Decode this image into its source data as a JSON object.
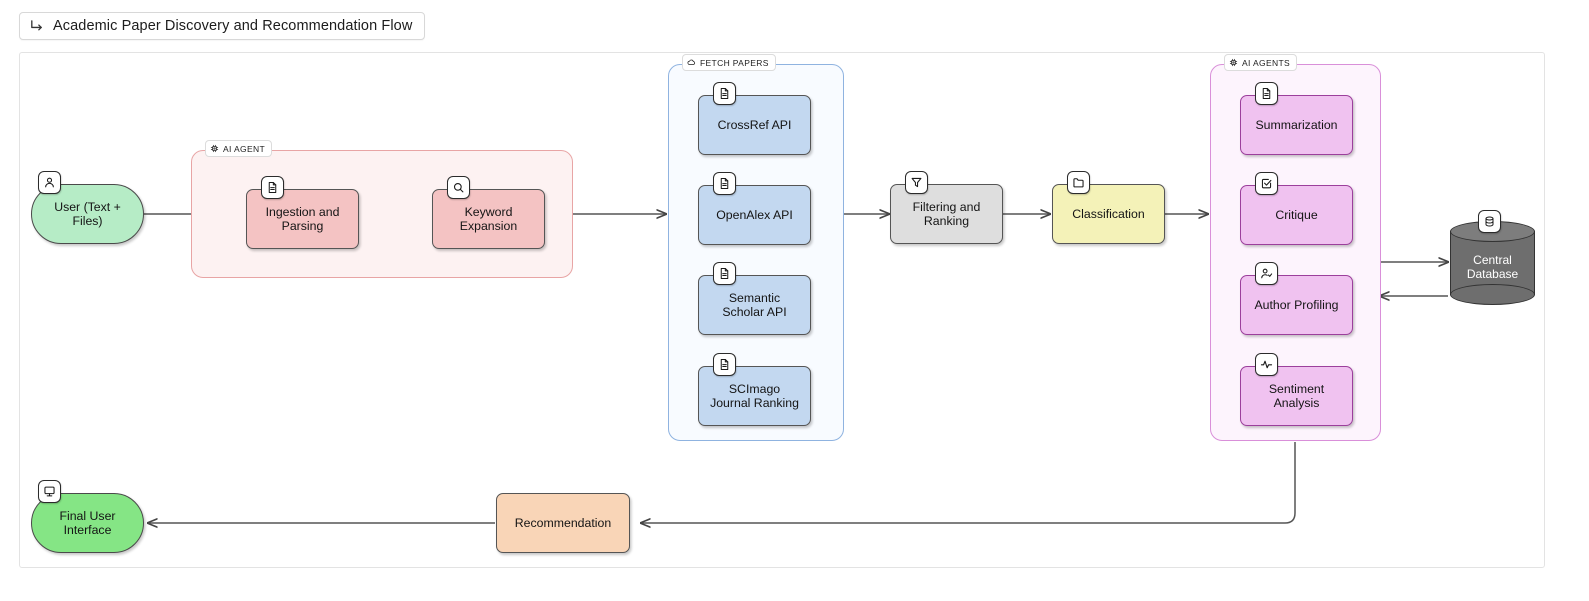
{
  "title_bar": {
    "icon": "flow-diagram-icon",
    "text": "Academic Paper Discovery and Recommendation Flow"
  },
  "colors": {
    "canvas_background": "#ffffff",
    "canvas_border": "#e3e3e3",
    "group_pink_fill": "#fdf2f2",
    "group_pink_border": "#e8a5a5",
    "group_blue_fill": "#f8fbff",
    "group_blue_border": "#8fb3e0",
    "group_purple_fill": "#fdf4fd",
    "group_purple_border": "#d98fd9",
    "node_pink": "#f4c3c3",
    "node_blue": "#c3d8f0",
    "node_purple": "#f0c2f0",
    "node_gray": "#dedede",
    "node_yellow": "#f4f2b8",
    "node_peach": "#f9d5b7",
    "node_green_light": "#b6ecc6",
    "node_green_solid": "#85e585",
    "database_fill": "#6e6e6e",
    "edge_stroke": "#555555"
  },
  "groups": [
    {
      "id": "ai-agent",
      "label": "AI AGENT",
      "icon": "chip-icon",
      "color": "pink"
    },
    {
      "id": "fetch-papers",
      "label": "FETCH PAPERS",
      "icon": "cloud-icon",
      "color": "blue"
    },
    {
      "id": "ai-agents",
      "label": "AI AGENTS",
      "icon": "chip-icon",
      "color": "purple"
    }
  ],
  "nodes": {
    "user": {
      "label": "User (Text +\nFiles)",
      "icon": "user-icon",
      "shape": "terminal"
    },
    "ingestion": {
      "label": "Ingestion and\nParsing",
      "icon": "document-icon",
      "shape": "rect"
    },
    "keyword": {
      "label": "Keyword\nExpansion",
      "icon": "search-icon",
      "shape": "rect"
    },
    "crossref": {
      "label": "CrossRef API",
      "icon": "document-icon",
      "shape": "rect"
    },
    "openalex": {
      "label": "OpenAlex API",
      "icon": "document-icon",
      "shape": "rect"
    },
    "semantic": {
      "label": "Semantic\nScholar API",
      "icon": "document-icon",
      "shape": "rect"
    },
    "scimago": {
      "label": "SCImago\nJournal Ranking",
      "icon": "document-icon",
      "shape": "rect"
    },
    "filtering": {
      "label": "Filtering and\nRanking",
      "icon": "funnel-icon",
      "shape": "rect"
    },
    "classification": {
      "label": "Classification",
      "icon": "folder-icon",
      "shape": "rect"
    },
    "summarization": {
      "label": "Summarization",
      "icon": "document-icon",
      "shape": "rect"
    },
    "critique": {
      "label": "Critique",
      "icon": "checked-box-icon",
      "shape": "rect"
    },
    "author_profiling": {
      "label": "Author Profiling",
      "icon": "user-check-icon",
      "shape": "rect"
    },
    "sentiment": {
      "label": "Sentiment\nAnalysis",
      "icon": "activity-icon",
      "shape": "rect"
    },
    "database": {
      "label": "Central\nDatabase",
      "icon": "database-icon",
      "shape": "cylinder"
    },
    "recommendation": {
      "label": "Recommendation",
      "icon": null,
      "shape": "rect"
    },
    "final_ui": {
      "label": "Final User\nInterface",
      "icon": "monitor-icon",
      "shape": "terminal"
    }
  },
  "edges": [
    {
      "from": "user",
      "to": "ai-agent-group",
      "label": ""
    },
    {
      "from": "ingestion",
      "to": "keyword",
      "label": ""
    },
    {
      "from": "ai-agent-group",
      "to": "fetch-papers",
      "label": ""
    },
    {
      "from": "fetch-papers",
      "to": "filtering",
      "label": ""
    },
    {
      "from": "filtering",
      "to": "classification",
      "label": ""
    },
    {
      "from": "classification",
      "to": "ai-agents-group",
      "label": ""
    },
    {
      "from": "ai-agents-group",
      "to": "database",
      "label": ""
    },
    {
      "from": "database",
      "to": "ai-agents-group",
      "label": ""
    },
    {
      "from": "ai-agents-group",
      "to": "recommendation",
      "label": ""
    },
    {
      "from": "recommendation",
      "to": "final_ui",
      "label": ""
    }
  ]
}
